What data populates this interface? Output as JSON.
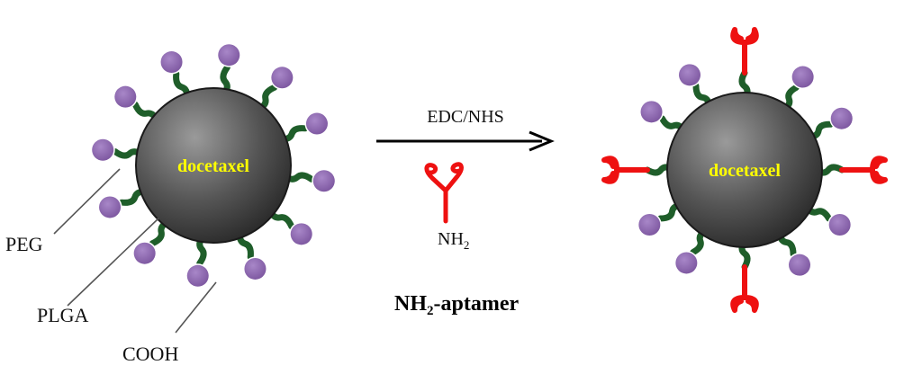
{
  "colors": {
    "peg": "#1f5e2a",
    "cooh": "#8a64ad",
    "aptamer": "#ee1111",
    "core_light": "#9a9a9a",
    "core_dark": "#262626",
    "core_text": "#ffff00"
  },
  "left_particle": {
    "core_label": "docetaxel"
  },
  "right_particle": {
    "core_label": "docetaxel"
  },
  "legend_labels": {
    "peg": "PEG",
    "plga": "PLGA",
    "cooh": "COOH"
  },
  "reaction": {
    "reagent": "EDC/NHS",
    "amine_prefix": "NH",
    "amine_subscript": "2",
    "aptamer_prefix": "NH",
    "aptamer_subscript": "2",
    "aptamer_suffix": "-aptamer"
  }
}
